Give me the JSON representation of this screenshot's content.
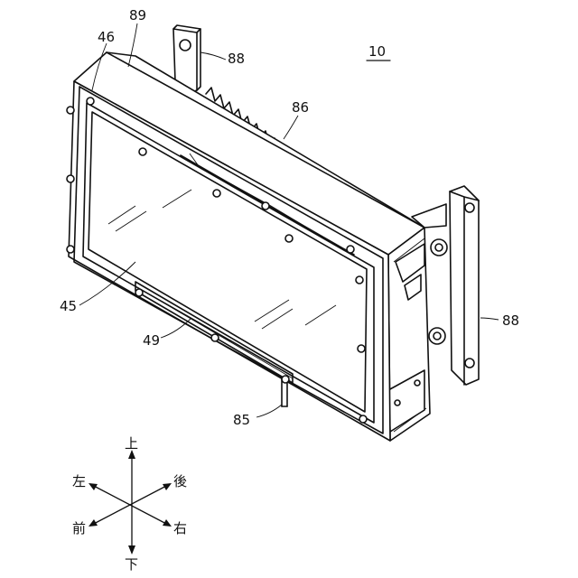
{
  "figure_number": "10",
  "labels": {
    "ref_89": "89",
    "ref_46": "46",
    "ref_88_top": "88",
    "ref_86": "86",
    "ref_88_right": "88",
    "ref_45": "45",
    "ref_49": "49",
    "ref_85": "85"
  },
  "directions": {
    "up": "上",
    "down": "下",
    "left": "左",
    "right": "右",
    "front": "前",
    "back": "後"
  }
}
